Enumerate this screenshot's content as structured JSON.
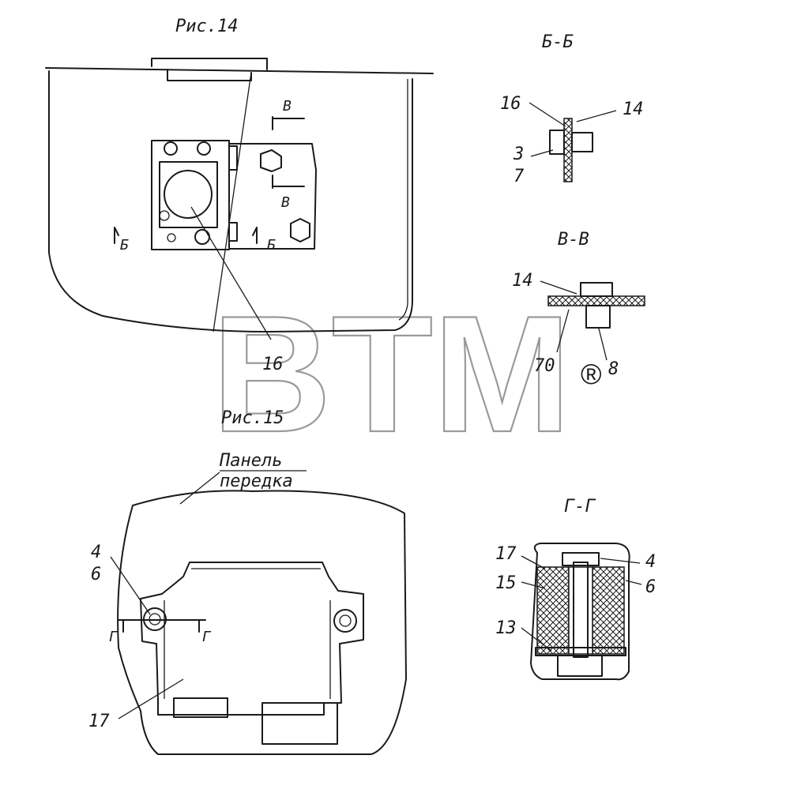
{
  "figures": {
    "fig14": {
      "title": "Рис.14"
    },
    "fig15": {
      "title": "Рис.15",
      "panel_label_line1": "Панель",
      "panel_label_line2": "передка"
    }
  },
  "sections": {
    "bb": "Б-Б",
    "vv": "В-В",
    "gg": "Г-Г"
  },
  "section_marks": {
    "b": "Б",
    "v": "В",
    "g": "Г"
  },
  "callouts": {
    "fig14_16": "16",
    "bb_16": "16",
    "bb_14": "14",
    "bb_3": "3",
    "bb_7": "7",
    "vv_14": "14",
    "vv_70": "70",
    "vv_8": "8",
    "fig15_4": "4",
    "fig15_6": "6",
    "fig15_17": "17",
    "gg_17": "17",
    "gg_15": "15",
    "gg_13": "13",
    "gg_4": "4",
    "gg_6": "6"
  },
  "watermark": {
    "text": "BTM",
    "registered": "®"
  }
}
